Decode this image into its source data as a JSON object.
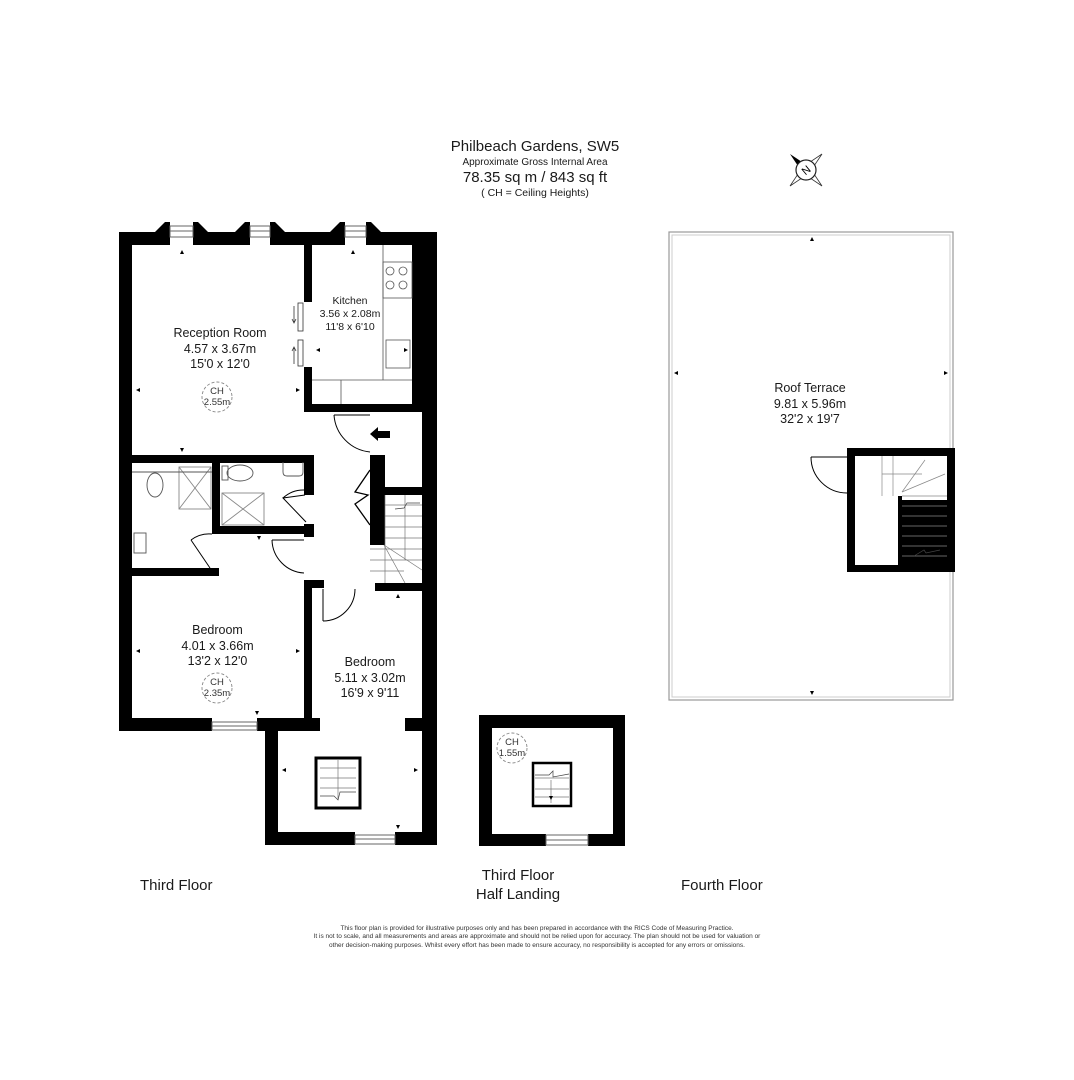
{
  "header": {
    "title": "Philbeach Gardens, SW5",
    "subtitle": "Approximate Gross Internal Area",
    "area": "78.35 sq m /  843 sq ft",
    "ch_note": "( CH = Ceiling Heights)"
  },
  "compass": {
    "label": "N",
    "icon": "north-arrow-icon"
  },
  "rooms": {
    "reception": {
      "name": "Reception Room",
      "metric": "4.57 x 3.67m",
      "imperial": "15'0 x 12'0",
      "ch_label": "CH",
      "ch_value": "2.55m"
    },
    "kitchen": {
      "name": "Kitchen",
      "metric": "3.56 x 2.08m",
      "imperial": "11'8 x 6'10"
    },
    "bedroom1": {
      "name": "Bedroom",
      "metric": "4.01 x 3.66m",
      "imperial": "13'2 x 12'0",
      "ch_label": "CH",
      "ch_value": "2.35m"
    },
    "bedroom2": {
      "name": "Bedroom",
      "metric": "5.11 x 3.02m",
      "imperial": "16'9 x 9'11"
    },
    "half_landing": {
      "ch_label": "CH",
      "ch_value": "1.55m"
    },
    "roof_terrace": {
      "name": "Roof Terrace",
      "metric": "9.81 x 5.96m",
      "imperial": "32'2 x 19'7"
    }
  },
  "floors": {
    "third": "Third Floor",
    "half_landing_line1": "Third Floor",
    "half_landing_line2": "Half Landing",
    "fourth": "Fourth Floor"
  },
  "disclaimer": {
    "line1": "This floor plan is provided for illustrative purposes only and has been prepared in accordance with the RICS Code of Measuring Practice.",
    "line2": "It is not to scale, and all measurements and areas are approximate and should not be relied upon for accuracy. The plan should not be used for valuation or",
    "line3": "other decision-making purposes. Whilst every effort has been made to ensure accuracy, no responsibility is accepted for any errors or omissions."
  },
  "colors": {
    "wall": "#000000",
    "fixture": "#888888",
    "terrace_border": "#999999",
    "background": "#ffffff"
  }
}
